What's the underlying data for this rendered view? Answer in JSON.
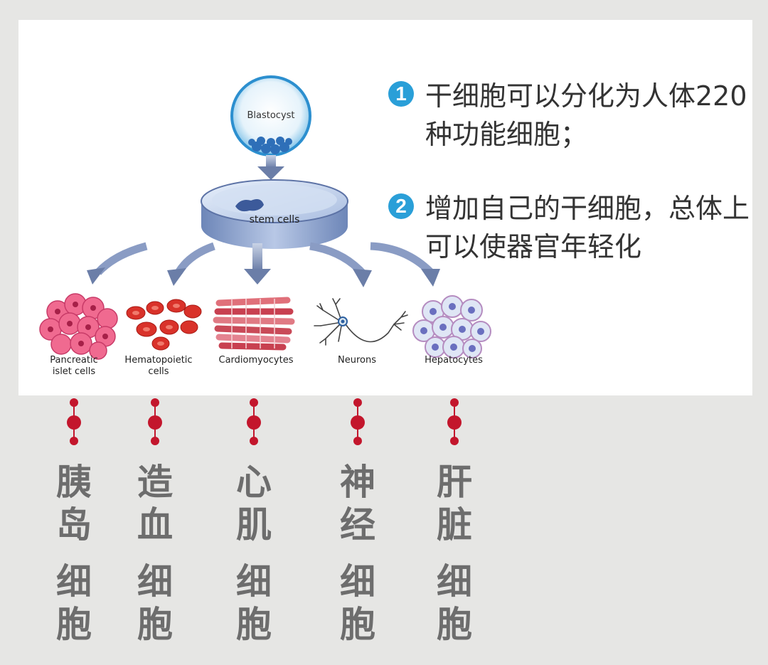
{
  "diagram": {
    "top_label": "Blastocyst",
    "dish_label": "stem cells",
    "cells": [
      {
        "label_line1": "Pancreatic",
        "label_line2": "islet cells"
      },
      {
        "label_line1": "Hematopoietic",
        "label_line2": "cells"
      },
      {
        "label_line1": "Cardiomyocytes",
        "label_line2": ""
      },
      {
        "label_line1": "Neurons",
        "label_line2": ""
      },
      {
        "label_line1": "Hepatocytes",
        "label_line2": ""
      }
    ]
  },
  "points": [
    {
      "number": "1",
      "text": "干细胞可以分化为人体220种功能细胞；"
    },
    {
      "number": "2",
      "text": "增加自己的干细胞，总体上可以使器官年轻化"
    }
  ],
  "chinese_labels": [
    {
      "line1": "胰岛",
      "line2": "细胞"
    },
    {
      "line1": "造血",
      "line2": "细胞"
    },
    {
      "line1": "心肌",
      "line2": "细胞"
    },
    {
      "line1": "神经",
      "line2": "细胞"
    },
    {
      "line1": "肝脏",
      "line2": "细胞"
    }
  ],
  "colors": {
    "badge": "#2a9fd8",
    "connector": "#c3162c",
    "label_text": "#6d6d6d",
    "body_text": "#333333"
  }
}
